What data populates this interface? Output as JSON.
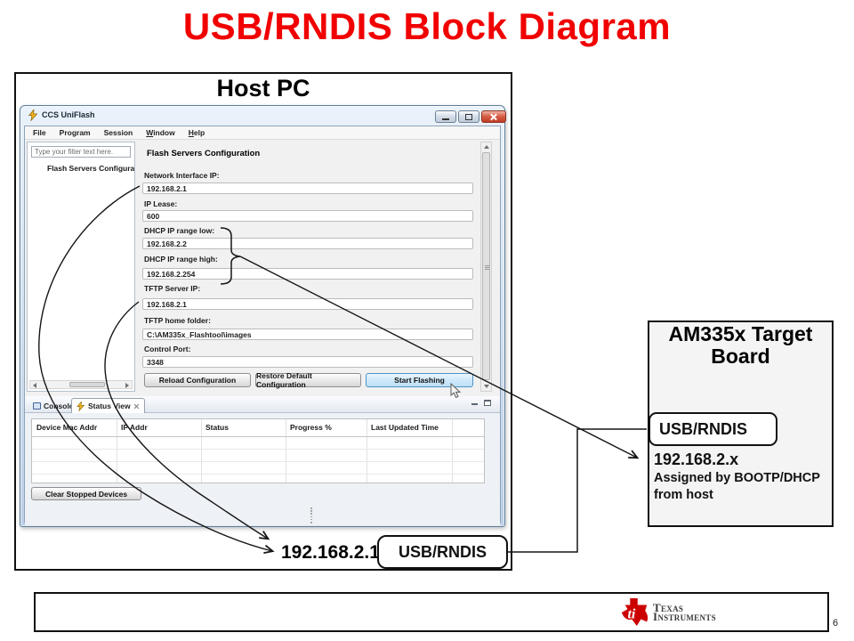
{
  "slide": {
    "title": "USB/RNDIS Block Diagram",
    "page_number": "6"
  },
  "colors": {
    "title_red": "#f10000",
    "ti_red": "#cc0000",
    "start_button_highlight": "#bee0f6"
  },
  "host": {
    "label": "Host PC",
    "ip_caption": "192.168.2.1",
    "usb_tag": "USB/RNDIS"
  },
  "uniflash": {
    "window_title": "CCS UniFlash",
    "menu_items": [
      "File",
      "Program",
      "Session",
      "Window",
      "Help"
    ],
    "sidebar": {
      "filter_placeholder": "Type your filter text here.",
      "tree_item": "Flash Servers Configuratio"
    },
    "form": {
      "heading": "Flash Servers Configuration",
      "fields": [
        {
          "label": "Network Interface IP:",
          "value": "192.168.2.1"
        },
        {
          "label": "IP Lease:",
          "value": "600"
        },
        {
          "label": "DHCP IP range low:",
          "value": "192.168.2.2"
        },
        {
          "label": "DHCP IP range high:",
          "value": "192.168.2.254"
        },
        {
          "label": "TFTP Server IP:",
          "value": "192.168.2.1"
        },
        {
          "label": "TFTP home folder:",
          "value": "C:\\AM335x_Flashtool\\images"
        },
        {
          "label": "Control Port:",
          "value": "3348"
        }
      ],
      "buttons": [
        "Reload Configuration",
        "Restore Default Configuration",
        "Start Flashing"
      ]
    },
    "status_panel": {
      "tabs": [
        "Console",
        "Status View"
      ],
      "table_headers": [
        "Device Mac Addr",
        "IP Addr",
        "Status",
        "Progress %",
        "Last Updated Time"
      ],
      "clear_button": "Clear Stopped Devices"
    }
  },
  "target_board": {
    "title": "AM335x Target Board",
    "port_label": "USB/RNDIS",
    "ip": "192.168.2.x",
    "note": "Assigned by BOOTP/DHCP from host"
  },
  "footer": {
    "logo_monogram": "ti",
    "brand_top": "Texas",
    "brand_bottom": "Instruments"
  }
}
